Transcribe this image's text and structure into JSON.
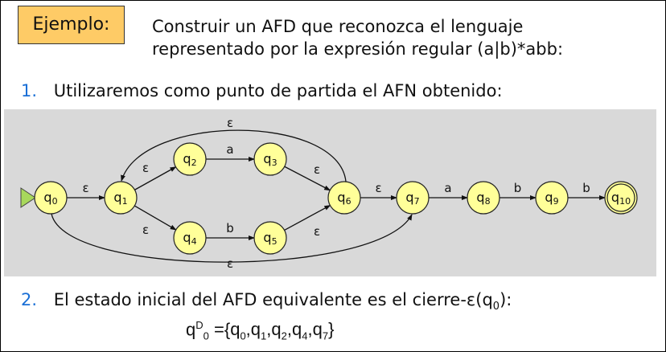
{
  "example_label": "Ejemplo:",
  "heading": {
    "line1": "Construir un AFD que reconozca el lenguaje",
    "line2": "representado por la expresión regular (a|b)*abb:"
  },
  "steps": [
    {
      "number": "1.",
      "text": "Utilizaremos como punto de partida el AFN obtenido:"
    },
    {
      "number": "2.",
      "text_before": "El estado inicial del AFD equivalente es el cierre-ε(q",
      "sub": "0",
      "text_after": "):"
    }
  ],
  "formula": {
    "base": "q",
    "sup": "D",
    "sub": "0",
    "eq": " ={",
    "items": [
      {
        "q": "q",
        "s": "0",
        "sep": ","
      },
      {
        "q": "q",
        "s": "1",
        "sep": ","
      },
      {
        "q": "q",
        "s": "2",
        "sep": ","
      },
      {
        "q": "q",
        "s": "4",
        "sep": ","
      },
      {
        "q": "q",
        "s": "7",
        "sep": "}"
      }
    ]
  },
  "automaton": {
    "colors": {
      "background": "#d9d9d9",
      "state_fill": "#ffff99",
      "start_marker": "#a8d85c"
    },
    "start_state": "q0",
    "accepting_states": [
      "q10"
    ],
    "states": [
      {
        "id": "q0",
        "name": "q",
        "sub": "0"
      },
      {
        "id": "q1",
        "name": "q",
        "sub": "1"
      },
      {
        "id": "q2",
        "name": "q",
        "sub": "2"
      },
      {
        "id": "q3",
        "name": "q",
        "sub": "3"
      },
      {
        "id": "q4",
        "name": "q",
        "sub": "4"
      },
      {
        "id": "q5",
        "name": "q",
        "sub": "5"
      },
      {
        "id": "q6",
        "name": "q",
        "sub": "6"
      },
      {
        "id": "q7",
        "name": "q",
        "sub": "7"
      },
      {
        "id": "q8",
        "name": "q",
        "sub": "8"
      },
      {
        "id": "q9",
        "name": "q",
        "sub": "9"
      },
      {
        "id": "q10",
        "name": "q",
        "sub": "10"
      }
    ],
    "transitions": [
      {
        "from": "q0",
        "to": "q1",
        "label": "ε"
      },
      {
        "from": "q1",
        "to": "q2",
        "label": "ε"
      },
      {
        "from": "q2",
        "to": "q3",
        "label": "a"
      },
      {
        "from": "q3",
        "to": "q6",
        "label": "ε"
      },
      {
        "from": "q1",
        "to": "q4",
        "label": "ε"
      },
      {
        "from": "q4",
        "to": "q5",
        "label": "b"
      },
      {
        "from": "q5",
        "to": "q6",
        "label": "ε"
      },
      {
        "from": "q6",
        "to": "q1",
        "label": "ε"
      },
      {
        "from": "q0",
        "to": "q7",
        "label": "ε"
      },
      {
        "from": "q6",
        "to": "q7",
        "label": "ε"
      },
      {
        "from": "q7",
        "to": "q8",
        "label": "a"
      },
      {
        "from": "q8",
        "to": "q9",
        "label": "b"
      },
      {
        "from": "q9",
        "to": "q10",
        "label": "b"
      }
    ]
  }
}
